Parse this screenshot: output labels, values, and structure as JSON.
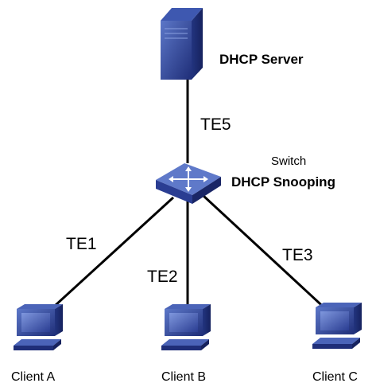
{
  "server": {
    "label": "DHCP Server",
    "icon": "server-icon"
  },
  "switch": {
    "caption": "Switch",
    "label": "DHCP Snooping",
    "icon": "switch-icon"
  },
  "links": {
    "uplink": "TE5",
    "client_a": "TE1",
    "client_b": "TE2",
    "client_c": "TE3"
  },
  "clients": [
    {
      "label": "Client  A",
      "icon": "computer-icon"
    },
    {
      "label": "Client  B",
      "icon": "computer-icon"
    },
    {
      "label": "Client  C",
      "icon": "computer-icon"
    }
  ],
  "colors": {
    "device_dark": "#1f2e78",
    "device_mid": "#3550a8",
    "device_light": "#6d86d2",
    "line": "#000000"
  }
}
